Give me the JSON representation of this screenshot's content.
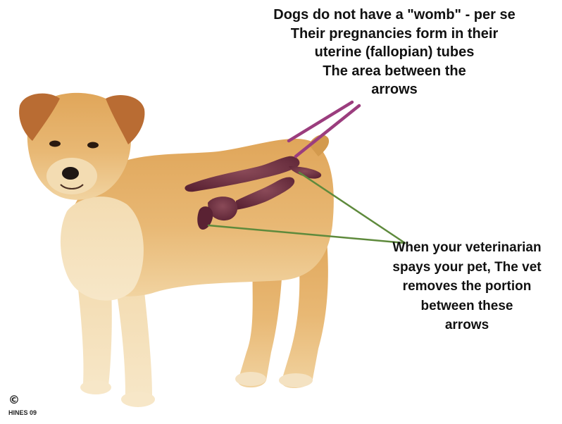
{
  "annotation_top": {
    "lines": [
      "Dogs do not have a \"womb\"  - per se",
      "Their pregnancies form in their",
      "uterine (fallopian) tubes",
      "The area between the",
      "arrows"
    ]
  },
  "annotation_bottom": {
    "lines": [
      "When your veterinarian",
      "spays your pet, The vet",
      "removes the portion",
      "between these",
      "arrows"
    ]
  },
  "footer": {
    "copyright_symbol": "©",
    "credit": "HINES 09"
  },
  "colors": {
    "arrow_top": "#9b3d7e",
    "arrow_bottom": "#5e8a3c",
    "uterus": "#6a2e3f",
    "fur": "#d9a558",
    "text": "#111111"
  },
  "icons": [
    "dog-illustration",
    "uterus-illustration"
  ]
}
